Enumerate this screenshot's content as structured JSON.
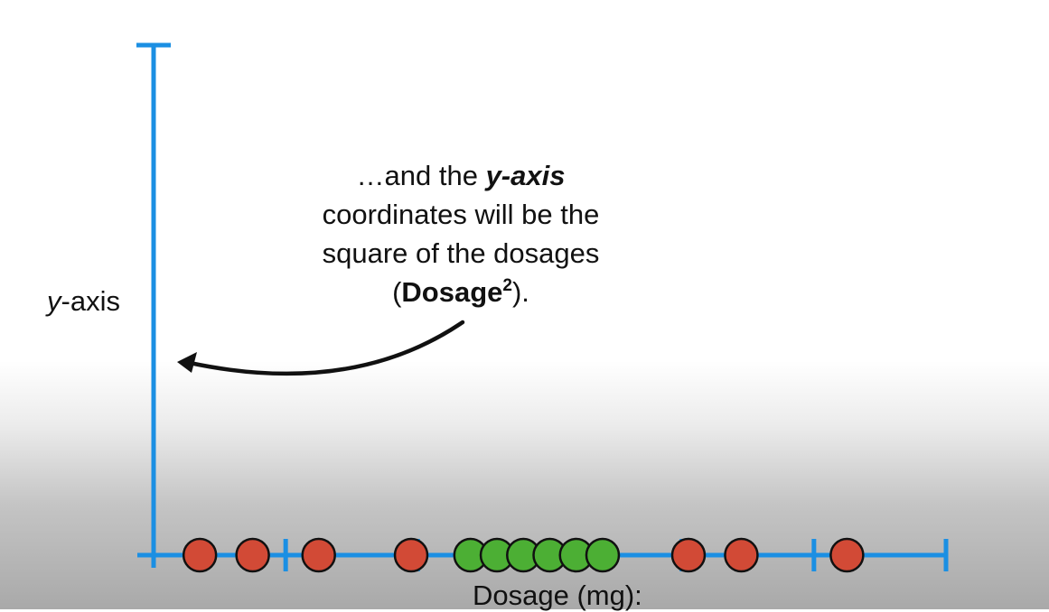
{
  "slide": {
    "caption": {
      "line1_prefix": "…and the ",
      "line1_emph": "y-axis",
      "line2": "coordinates will be the",
      "line3": "square of the dosages",
      "line4_open": "(",
      "line4_emph": "Dosage",
      "line4_sup": "2",
      "line4_close": ")."
    },
    "y_axis_label_italic": "y",
    "y_axis_label_rest": "-axis",
    "x_axis_label": "Dosage (mg):"
  },
  "colors": {
    "axis": "#1b8fe3",
    "red_point": "#d24a36",
    "green_point": "#4caf34",
    "point_outline": "#111111",
    "arrow": "#111111"
  },
  "chart_data": {
    "type": "scatter",
    "xlabel": "Dosage (mg):",
    "ylabel": "y-axis",
    "x_ticks_drawn": 6,
    "series": [
      {
        "color_name": "red",
        "x": [
          0.7,
          1.5,
          2.5,
          3.9,
          8.1,
          8.9,
          10.5
        ]
      },
      {
        "color_name": "green",
        "x": [
          4.8,
          5.2,
          5.6,
          6.0,
          6.4,
          6.8
        ]
      }
    ],
    "xlim": [
      0,
      12
    ],
    "grid": false
  }
}
